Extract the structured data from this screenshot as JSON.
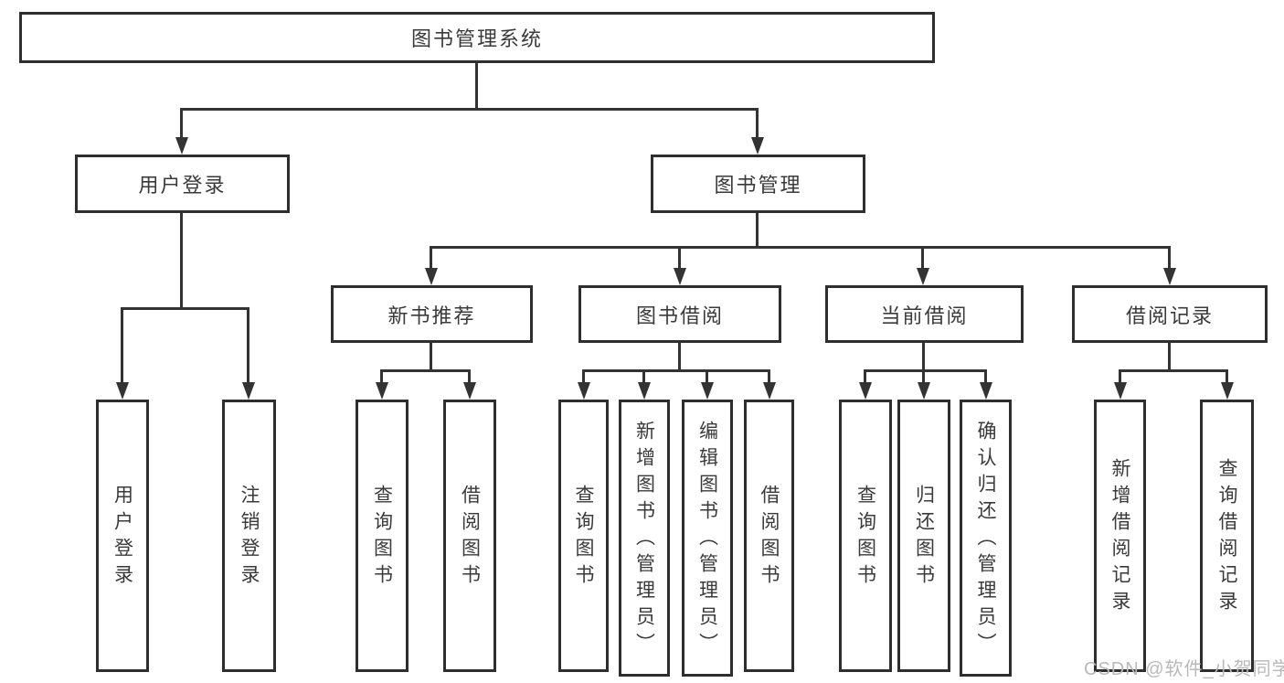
{
  "diagram": {
    "root": {
      "label": "图书管理系统"
    },
    "user_login": {
      "label": "用户登录",
      "children": [
        "用户登录",
        "注销登录"
      ]
    },
    "book_mgmt": {
      "label": "图书管理"
    },
    "new_book": {
      "label": "新书推荐",
      "children": [
        "查询图书",
        "借阅图书"
      ]
    },
    "book_borrow": {
      "label": "图书借阅",
      "children": [
        "查询图书",
        "新增图书（管理员）",
        "编辑图书（管理员）",
        "借阅图书"
      ]
    },
    "current_borrow": {
      "label": "当前借阅",
      "children": [
        "查询图书",
        "归还图书",
        "确认归还（管理员）"
      ]
    },
    "borrow_record": {
      "label": "借阅记录",
      "children": [
        "新增借阅记录",
        "查询借阅记录"
      ]
    }
  },
  "colors": {
    "line": "#333333",
    "box_border": "#2e2e2e",
    "text": "#3a3a3a",
    "watermark": "#b9b9b9"
  },
  "watermark": {
    "text": "CSDN @软件_小贺同学"
  }
}
